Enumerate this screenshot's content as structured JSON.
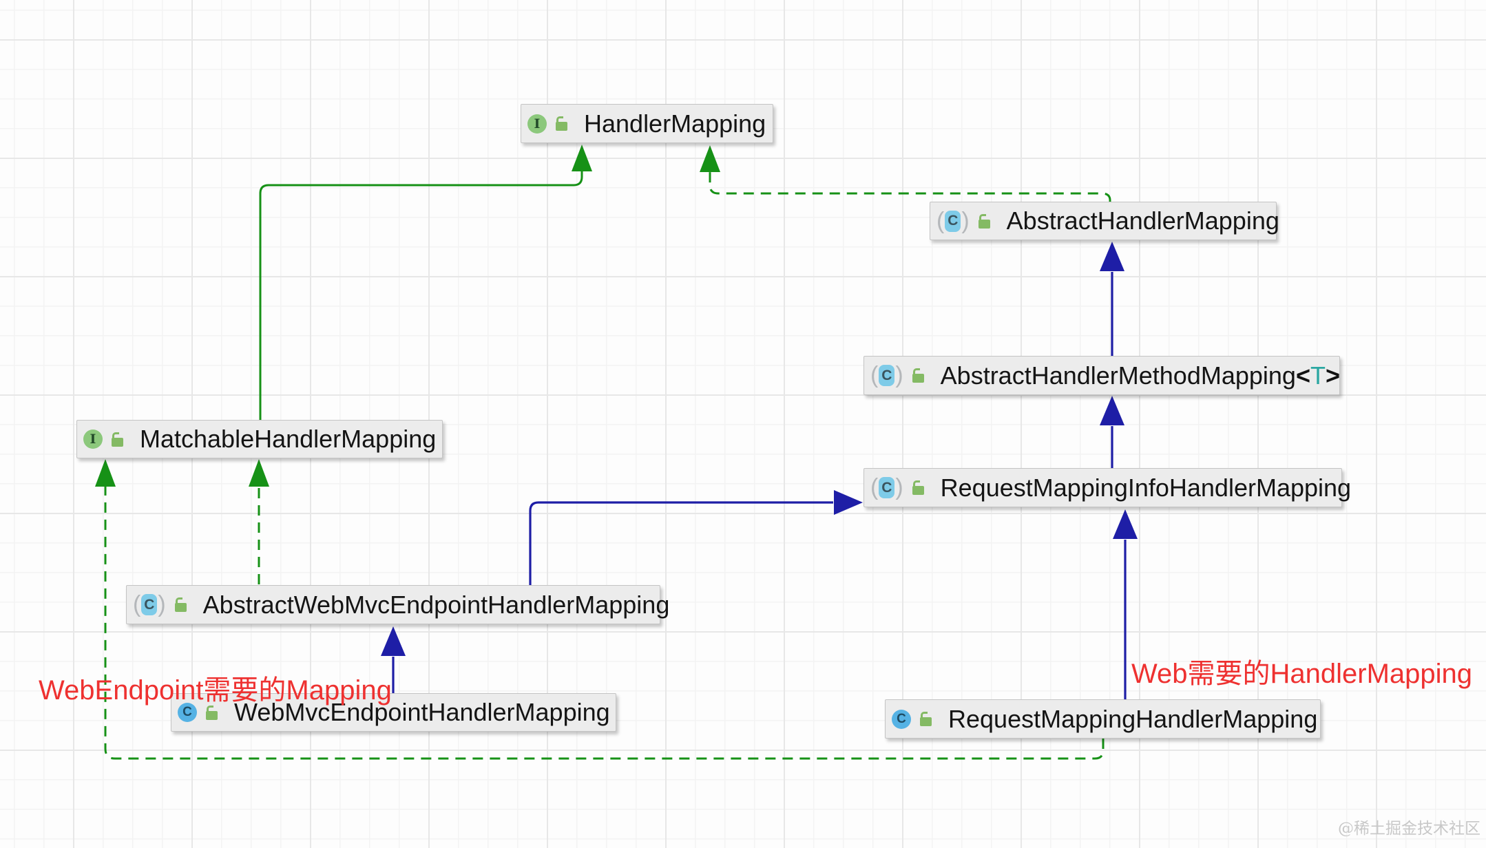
{
  "diagram": {
    "nodes": [
      {
        "id": "HandlerMapping",
        "label": "HandlerMapping",
        "kind": "interface"
      },
      {
        "id": "AbstractHandlerMapping",
        "label": "AbstractHandlerMapping",
        "kind": "abstract-class"
      },
      {
        "id": "AbstractHandlerMethodMapping",
        "label": "AbstractHandlerMethodMapping",
        "generic_open": "<",
        "generic_param": "T",
        "generic_close": ">",
        "kind": "abstract-class"
      },
      {
        "id": "RequestMappingInfoHandlerMapping",
        "label": "RequestMappingInfoHandlerMapping",
        "kind": "abstract-class"
      },
      {
        "id": "MatchableHandlerMapping",
        "label": "MatchableHandlerMapping",
        "kind": "interface"
      },
      {
        "id": "AbstractWebMvcEndpointHandlerMapping",
        "label": "AbstractWebMvcEndpointHandlerMapping",
        "kind": "abstract-class"
      },
      {
        "id": "WebMvcEndpointHandlerMapping",
        "label": "WebMvcEndpointHandlerMapping",
        "kind": "class"
      },
      {
        "id": "RequestMappingHandlerMapping",
        "label": "RequestMappingHandlerMapping",
        "kind": "class"
      }
    ],
    "edges": [
      {
        "from": "MatchableHandlerMapping",
        "to": "HandlerMapping",
        "relation": "extends",
        "style": "green-solid"
      },
      {
        "from": "AbstractHandlerMapping",
        "to": "HandlerMapping",
        "relation": "implements",
        "style": "green-dashed"
      },
      {
        "from": "AbstractHandlerMethodMapping",
        "to": "AbstractHandlerMapping",
        "relation": "extends",
        "style": "blue-solid"
      },
      {
        "from": "RequestMappingInfoHandlerMapping",
        "to": "AbstractHandlerMethodMapping",
        "relation": "extends",
        "style": "blue-solid"
      },
      {
        "from": "AbstractWebMvcEndpointHandlerMapping",
        "to": "RequestMappingInfoHandlerMapping",
        "relation": "extends",
        "style": "blue-solid"
      },
      {
        "from": "AbstractWebMvcEndpointHandlerMapping",
        "to": "MatchableHandlerMapping",
        "relation": "implements",
        "style": "green-dashed"
      },
      {
        "from": "WebMvcEndpointHandlerMapping",
        "to": "AbstractWebMvcEndpointHandlerMapping",
        "relation": "extends",
        "style": "blue-solid"
      },
      {
        "from": "RequestMappingHandlerMapping",
        "to": "RequestMappingInfoHandlerMapping",
        "relation": "extends",
        "style": "blue-solid"
      },
      {
        "from": "RequestMappingHandlerMapping",
        "to": "MatchableHandlerMapping",
        "relation": "implements",
        "style": "green-dashed"
      }
    ],
    "icons": {
      "interface_letter": "I",
      "class_letter": "C",
      "paren_open": "(",
      "paren_close": ")"
    },
    "annotations": {
      "left": "WebEndpoint需要的Mapping",
      "right": "Web需要的HandlerMapping"
    },
    "watermark": "@稀土掘金技术社区",
    "colors": {
      "interface_edge_green": "#169116",
      "extends_edge_blue": "#1e1ea6",
      "annotation_red": "#ee3130",
      "node_background": "#ececec",
      "node_border": "#c4c4c4",
      "label_text": "#141414",
      "generic_param_teal": "#2ba7a2",
      "interface_icon_green": "#8cc87c",
      "abstract_icon_blue": "#7ecbe8",
      "class_icon_blue": "#55b2e4",
      "lock_icon_green": "#84ba64",
      "watermark_gray": "#c8c8c8"
    }
  }
}
